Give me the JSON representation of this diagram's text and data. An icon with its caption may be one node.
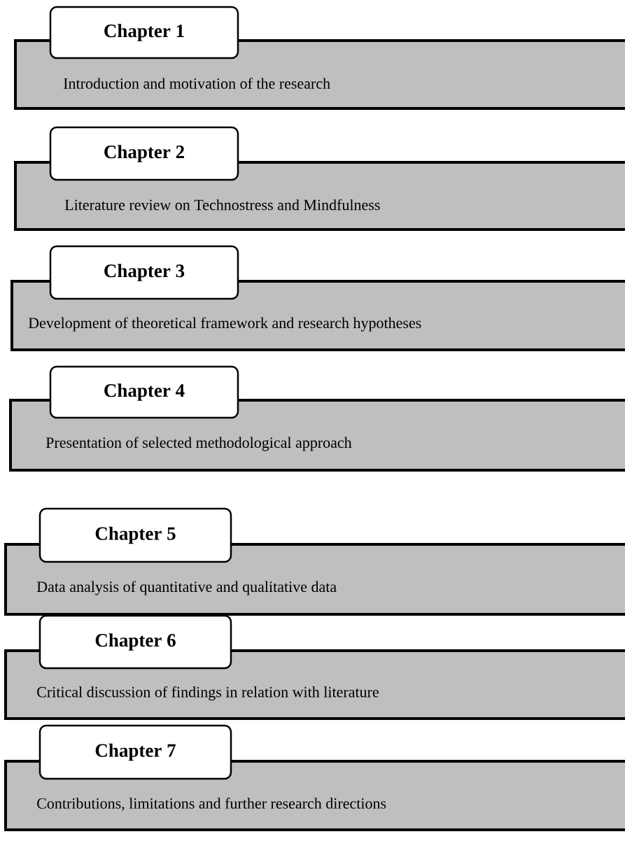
{
  "diagram": {
    "nodes": [
      {
        "text": [
          "Chapter 1",
          "Introduction and motivation of the research"
        ]
      },
      {
        "text": [
          "Chapter 2",
          "Literature review on Technostress and Mindfulness"
        ]
      },
      {
        "text": [
          "Chapter 3",
          "Development of theoretical framework and research hypotheses"
        ]
      },
      {
        "text": [
          "Chapter 4",
          "Presentation of selected methodological approach"
        ]
      },
      {
        "text": [
          "Chapter 5",
          "Data analysis of quantitative and qualitative data"
        ]
      },
      {
        "text": [
          "Chapter 6",
          "Critical discussion of findings in relation with literature"
        ]
      },
      {
        "text": [
          "Chapter 7",
          "Contributions, limitations and further research directions"
        ]
      }
    ]
  }
}
